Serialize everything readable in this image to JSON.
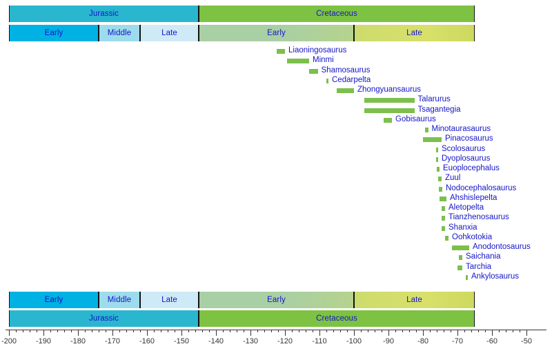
{
  "chart_data": {
    "type": "bar",
    "orientation": "horizontal-range",
    "title": "",
    "xlabel": "",
    "ylabel": "",
    "xlim": [
      -200,
      -50
    ],
    "x_unit": "Ma",
    "grid": false,
    "legend": null,
    "tick_step_major": 10,
    "tick_step_minor": 2,
    "tick_labels": [
      "-200",
      "-190",
      "-180",
      "-170",
      "-160",
      "-150",
      "-140",
      "-130",
      "-120",
      "-110",
      "-100",
      "-90",
      "-80",
      "-70",
      "-60",
      "-50"
    ],
    "tick_values": [
      -200,
      -190,
      -180,
      -170,
      -160,
      -150,
      -140,
      -130,
      -120,
      -110,
      -100,
      -90,
      -80,
      -70,
      -60,
      -50
    ],
    "categories": [
      "Liaoningosaurus",
      "Minmi",
      "Shamosaurus",
      "Cedarpelta",
      "Zhongyuansaurus",
      "Talarurus",
      "Tsagantegia",
      "Gobisaurus",
      "Minotaurasaurus",
      "Pinacosaurus",
      "Scolosaurus",
      "Dyoplosaurus",
      "Euoplocephalus",
      "Zuul",
      "Nodocephalosaurus",
      "Ahshislepelta",
      "Aletopelta",
      "Tianzhenosaurus",
      "Shanxia",
      "Oohkotokia",
      "Anodontosaurus",
      "Saichania",
      "Tarchia",
      "Ankylosaurus"
    ],
    "ranges": [
      {
        "name": "Liaoningosaurus",
        "start": -122.5,
        "end": -120.0
      },
      {
        "name": "Minmi",
        "start": -119.5,
        "end": -113.0
      },
      {
        "name": "Shamosaurus",
        "start": -113.0,
        "end": -110.5
      },
      {
        "name": "Cedarpelta",
        "start": -108.0,
        "end": -107.4
      },
      {
        "name": "Zhongyuansaurus",
        "start": -105.0,
        "end": -100.0
      },
      {
        "name": "Talarurus",
        "start": -97.0,
        "end": -82.5
      },
      {
        "name": "Tsagantegia",
        "start": -97.0,
        "end": -82.5
      },
      {
        "name": "Gobisaurus",
        "start": -91.5,
        "end": -89.0
      },
      {
        "name": "Minotaurasaurus",
        "start": -79.5,
        "end": -78.5
      },
      {
        "name": "Pinacosaurus",
        "start": -80.0,
        "end": -74.6
      },
      {
        "name": "Scolosaurus",
        "start": -76.2,
        "end": -75.6
      },
      {
        "name": "Dyoplosaurus",
        "start": -76.2,
        "end": -75.6
      },
      {
        "name": "Euoplocephalus",
        "start": -76.0,
        "end": -75.2
      },
      {
        "name": "Zuul",
        "start": -75.6,
        "end": -74.6
      },
      {
        "name": "Nodocephalosaurus",
        "start": -75.4,
        "end": -74.4
      },
      {
        "name": "Ahshislepelta",
        "start": -75.2,
        "end": -73.2
      },
      {
        "name": "Aletopelta",
        "start": -74.6,
        "end": -73.6
      },
      {
        "name": "Tianzhenosaurus",
        "start": -74.6,
        "end": -73.6
      },
      {
        "name": "Shanxia",
        "start": -74.6,
        "end": -73.6
      },
      {
        "name": "Oohkotokia",
        "start": -73.6,
        "end": -72.6
      },
      {
        "name": "Anodontosaurus",
        "start": -71.6,
        "end": -66.6
      },
      {
        "name": "Saichania",
        "start": -69.6,
        "end": -68.6
      },
      {
        "name": "Tarchia",
        "start": -70.0,
        "end": -68.6
      },
      {
        "name": "Ankylosaurus",
        "start": -67.6,
        "end": -67.0
      }
    ],
    "bar_color": "#7cbf4d",
    "label_color": "#1414c8"
  },
  "timescale": {
    "period_band": {
      "periods": [
        {
          "name": "Jurassic",
          "start": -200,
          "end": -145,
          "color": "#2ab6cf"
        },
        {
          "name": "Cretaceous",
          "start": -145,
          "end": -65,
          "color": "#7dc242"
        }
      ]
    },
    "epoch_band": {
      "epochs": [
        {
          "name": "Early",
          "period": "Jurassic",
          "start": -200,
          "end": -174,
          "color": "#00b2e3"
        },
        {
          "name": "Middle",
          "period": "Jurassic",
          "start": -174,
          "end": -162,
          "color": "#9ddcec"
        },
        {
          "name": "Late",
          "period": "Jurassic",
          "start": -162,
          "end": -145,
          "color": "#cfeaf7"
        },
        {
          "name": "Early",
          "period": "Cretaceous",
          "start": -145,
          "end": -100,
          "color": "#a9cfa4"
        },
        {
          "name": "Late",
          "period": "Cretaceous",
          "start": -100,
          "end": -65,
          "color": "#cddc6e"
        }
      ]
    }
  },
  "colors": {
    "jurassic": "#2ab6cf",
    "cretaceous": "#7dc242",
    "early_jurassic": "#00b2e3",
    "middle_jurassic": "#9ddcec",
    "late_jurassic": "#cfeaf7",
    "early_cretaceous": "#a9cfa4",
    "late_cretaceous": "#cddc6e",
    "bar": "#7cbf4d",
    "text": "#1414c8",
    "axis": "#333333"
  }
}
